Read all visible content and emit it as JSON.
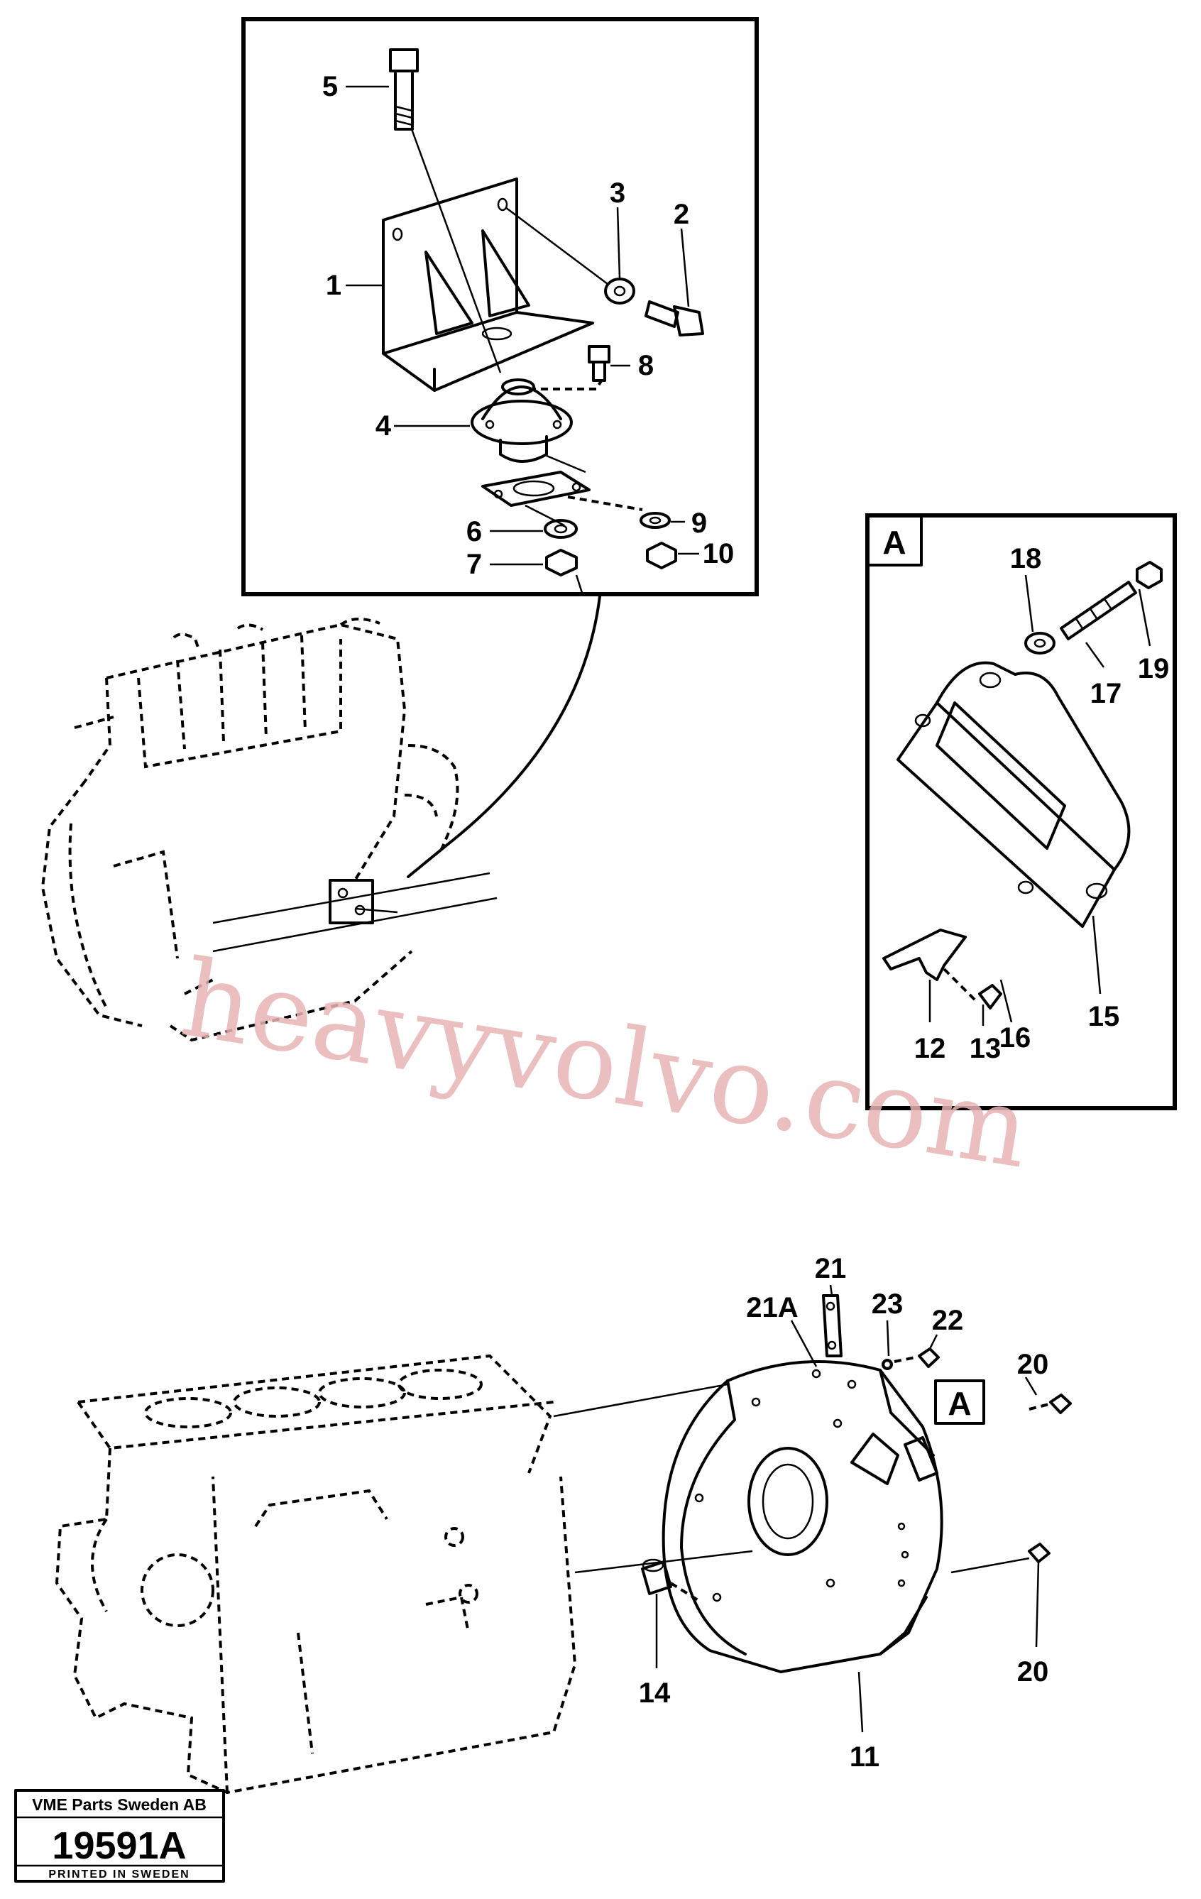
{
  "watermark": "heavyvolvo.com",
  "detail_box": {
    "label": "A"
  },
  "housing_ref": {
    "label": "A"
  },
  "callouts": {
    "c1": "1",
    "c2": "2",
    "c3": "3",
    "c4": "4",
    "c5": "5",
    "c6": "6",
    "c7": "7",
    "c8": "8",
    "c9": "9",
    "c10": "10",
    "c11": "11",
    "c12": "12",
    "c13": "13",
    "c14": "14",
    "c15": "15",
    "c16": "16",
    "c17": "17",
    "c18": "18",
    "c19": "19",
    "c20a": "20",
    "c20b": "20",
    "c21": "21",
    "c21a": "21A",
    "c22": "22",
    "c23": "23"
  },
  "stamp": {
    "company": "VME Parts Sweden AB",
    "number": "19591A",
    "printed": "PRINTED IN SWEDEN"
  }
}
